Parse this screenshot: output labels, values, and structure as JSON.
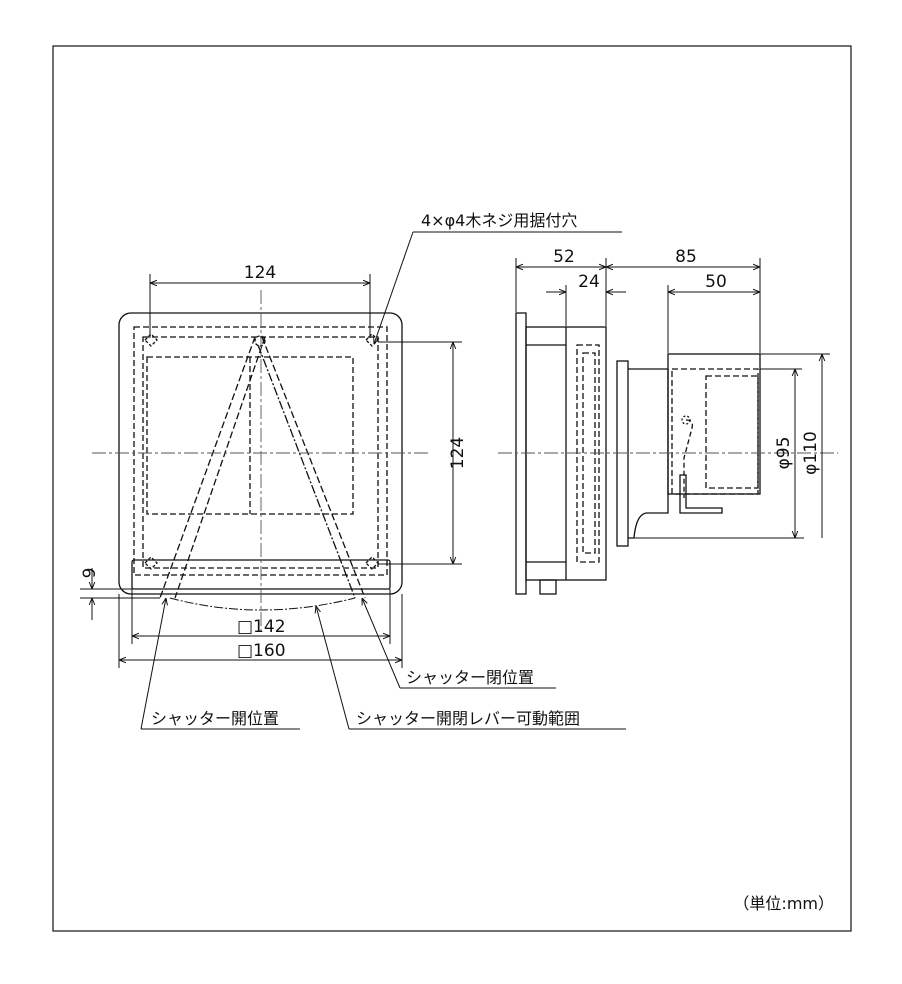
{
  "front_view": {
    "width_top": "124",
    "height_right": "124",
    "gap_left": "9",
    "inner_square": "□142",
    "outer_square": "□160"
  },
  "side_view": {
    "depth_total": "52",
    "depth_inner": "24",
    "duct_total": "85",
    "duct_inner": "50",
    "duct_inner_dia": "φ95",
    "duct_outer_dia": "φ110"
  },
  "notes": {
    "mount_holes": "4×φ4木ネジ用据付穴",
    "shutter_closed": "シャッター閉位置",
    "shutter_open": "シャッター開位置",
    "lever_range": "シャッター開閉レバー可動範囲",
    "unit": "（単位:mm）"
  },
  "colors": {
    "line": "#111111",
    "centerline": "#555555"
  }
}
